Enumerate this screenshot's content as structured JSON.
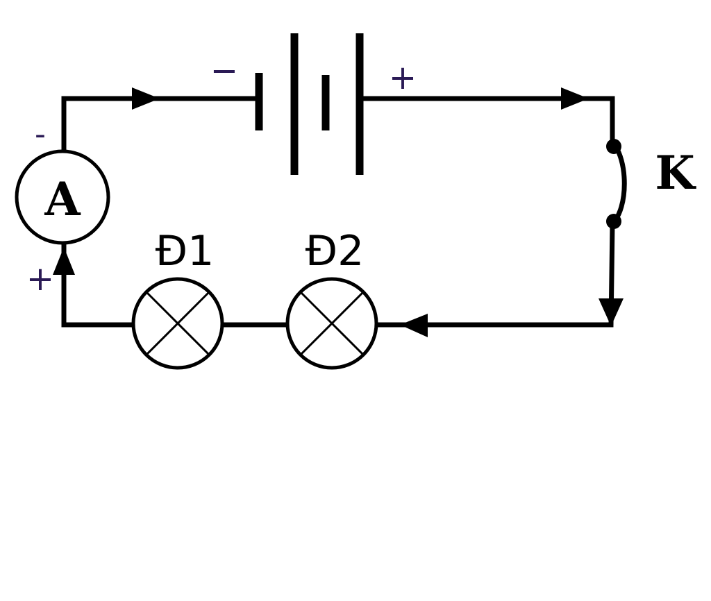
{
  "ammeter": {
    "symbol": "A",
    "minus_label": "-",
    "plus_label": "+"
  },
  "battery": {
    "minus_label": "−",
    "plus_label": "+"
  },
  "switch": {
    "label": "K"
  },
  "lamps": [
    {
      "label": "Đ1"
    },
    {
      "label": "Đ2"
    }
  ],
  "colors": {
    "wire": "#000000",
    "polarity": "#2a1a55"
  }
}
